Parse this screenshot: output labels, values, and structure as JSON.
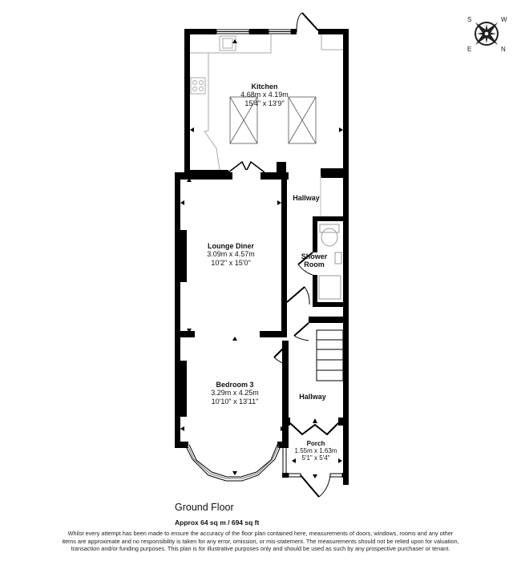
{
  "plan": {
    "floor_title": "Ground Floor",
    "floor_area": "Approx 64 sq m / 694 sq ft",
    "disclaimer": "Whilst every attempt has been made to ensure the accuracy of the floor plan contained here, measurements of doors, windows, rooms and any other items are approximate and no responsibility is taken for any error, omission, or mis-statement. The measurements should not be relied upon for valuation, transaction and/or funding purposes. This plan is for illustrative purposes only and should be used as such by any prospective purchaser or tenant."
  },
  "compass": {
    "icon": "compass-rose-icon",
    "letters": {
      "top_left": "S",
      "top_right": "W",
      "bottom_left": "E",
      "bottom_right": "N"
    }
  },
  "rooms": {
    "kitchen": {
      "name": "Kitchen",
      "metric": "4.68m x 4.19m",
      "imperial": "15'4\" x 13'9\""
    },
    "hallway_upper": {
      "name": "Hallway"
    },
    "shower_room": {
      "name": "Shower",
      "name2": "Room"
    },
    "lounge_diner": {
      "name": "Lounge Diner",
      "metric": "3.09m x 4.57m",
      "imperial": "10'2\" x 15'0\""
    },
    "bedroom3": {
      "name": "Bedroom 3",
      "metric": "3.29m x 4.25m",
      "imperial": "10'10\" x 13'11\""
    },
    "hallway_lower": {
      "name": "Hallway"
    },
    "porch": {
      "name": "Porch",
      "metric": "1.55m x 1.63m",
      "imperial": "5'1\" x 5'4\""
    }
  },
  "colors": {
    "wall": "#000000",
    "fixture": "#999999",
    "background": "#ffffff"
  }
}
